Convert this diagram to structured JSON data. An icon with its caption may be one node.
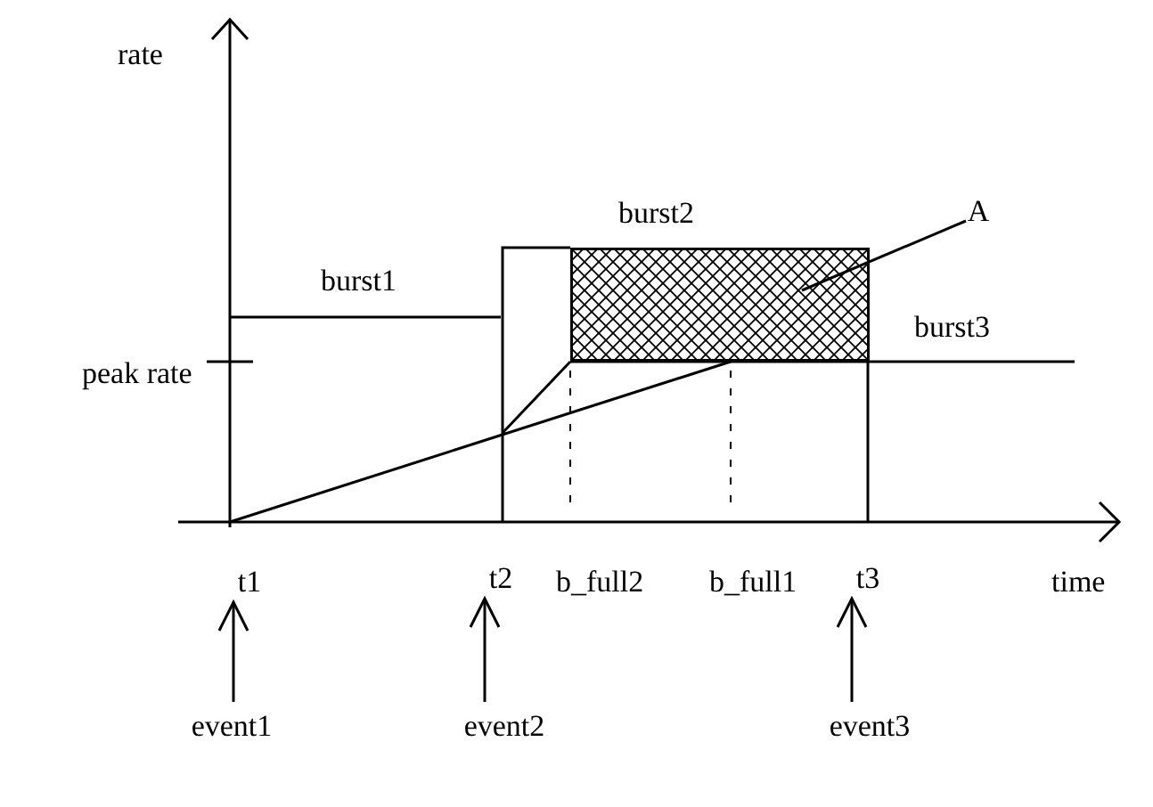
{
  "diagram": {
    "nodes": [
      {
        "text": [
          "A"
        ]
      },
      {
        "text": [],
        "shape": "box"
      },
      {
        "text": [
          "t1"
        ]
      },
      {
        "text": [
          "t2"
        ]
      },
      {
        "text": [
          "t3"
        ]
      },
      {
        "text": [
          "event1"
        ]
      },
      {
        "text": [
          "event2"
        ]
      },
      {
        "text": [
          "event3"
        ]
      }
    ],
    "edges": [
      {
        "from": 0,
        "to": 1,
        "arrow": "none"
      },
      {
        "from": 5,
        "to": 2,
        "arrow": "to"
      },
      {
        "from": 6,
        "to": 3,
        "arrow": "to"
      },
      {
        "from": 7,
        "to": 4,
        "arrow": "to"
      }
    ],
    "labels": [
      "rate",
      "burst2",
      "burst1",
      "burst3",
      "peak rate",
      "b_full2",
      "b_full1",
      "time"
    ]
  }
}
